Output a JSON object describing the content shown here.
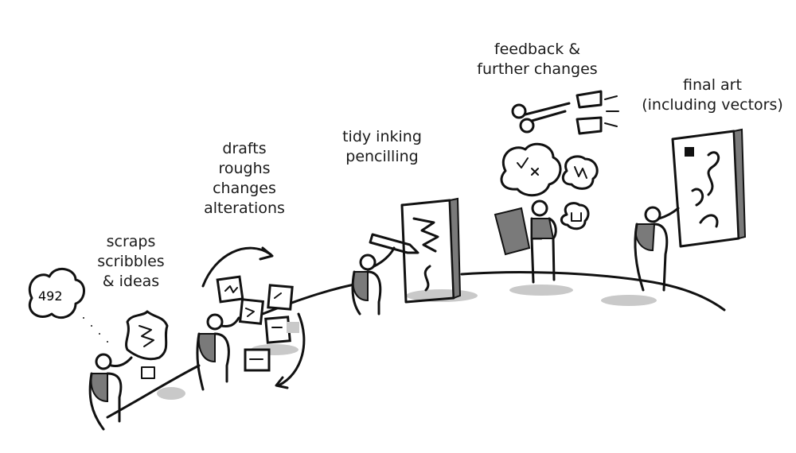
{
  "stages": [
    {
      "id": "scraps",
      "label": "scraps\nscribbles\n& ideas"
    },
    {
      "id": "drafts",
      "label": "drafts\nroughs\nchanges\nalterations"
    },
    {
      "id": "inking",
      "label": "tidy inking\npencilling"
    },
    {
      "id": "feedback",
      "label": "feedback &\nfurther changes"
    },
    {
      "id": "final",
      "label": "final art\n(including vectors)"
    }
  ],
  "colors": {
    "ink": "#111111",
    "shadow": "#c9c9c9",
    "panel": "#7a7a7a"
  }
}
